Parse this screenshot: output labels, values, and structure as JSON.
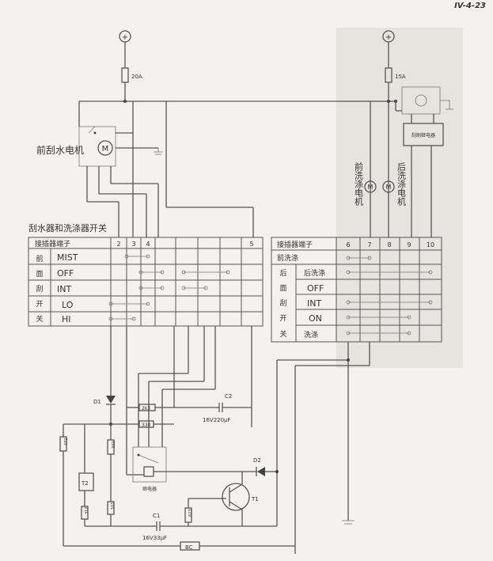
{
  "page_number": "IV-4-23",
  "supply": {
    "left_symbol": "+",
    "right_symbol": "+",
    "left_fuse": "20A",
    "right_fuse": "15A"
  },
  "front_motor_label": "前刮水电机",
  "front_washer_label": "前洗涤电机",
  "rear_washer_label": "后洗涤电机",
  "relay_box_label": "刮刷继电器",
  "motor_symbol": "M",
  "left_switch": {
    "title": "刮水器和洗涤器开关",
    "header_label": "接插器端子",
    "terminals": [
      "2",
      "3",
      "4",
      "5"
    ],
    "side_label": [
      "前",
      "面",
      "刮",
      "开",
      "关"
    ],
    "rows": [
      "MIST",
      "OFF",
      "INT",
      "LO",
      "HI"
    ]
  },
  "right_switch": {
    "header_label": "接插器端子",
    "terminals": [
      "6",
      "7",
      "8",
      "9",
      "10"
    ],
    "top_row": "前洗涤",
    "side_label": [
      "后",
      "面",
      "刮",
      "开",
      "关"
    ],
    "rows": [
      "后洗涤",
      "OFF",
      "INT",
      "ON",
      "洗涤"
    ]
  },
  "components": {
    "d1": "D1",
    "d2": "D2",
    "t1": "T1",
    "t2": "T2",
    "c1": "C1",
    "c1_value": "16V33μF",
    "c2": "C2",
    "c2_value": "16V220μF",
    "r_2k3": "2k3",
    "r_330": "330",
    "r_332": "332",
    "r_472": "472",
    "r_312": "312",
    "r_101": "101",
    "r_623": "623",
    "r_bc": "BC",
    "relay": "继电器"
  }
}
